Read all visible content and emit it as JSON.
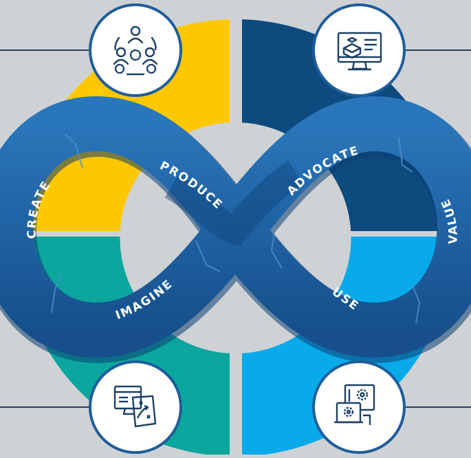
{
  "colors": {
    "background": "#cfd2d5",
    "quadrant_top_left": "#fec800",
    "quadrant_top_right": "#0d4a7e",
    "quadrant_bottom_left": "#0ba69e",
    "quadrant_bottom_right": "#08aaea",
    "loop": "#1c64a6",
    "loop_dark": "#0d4278",
    "icon_stroke": "#1c3f66"
  },
  "loop_labels": {
    "create": "CREATE",
    "produce": "PRODUCE",
    "imagine": "IMAGINE",
    "advocate": "ADVOCATE",
    "use": "USE",
    "value": "VALUE"
  },
  "icons": {
    "top_left": "team-gears-icon",
    "top_right": "monitor-blocks-icon",
    "bottom_left": "strategy-plan-icon",
    "bottom_right": "devices-settings-icon"
  }
}
